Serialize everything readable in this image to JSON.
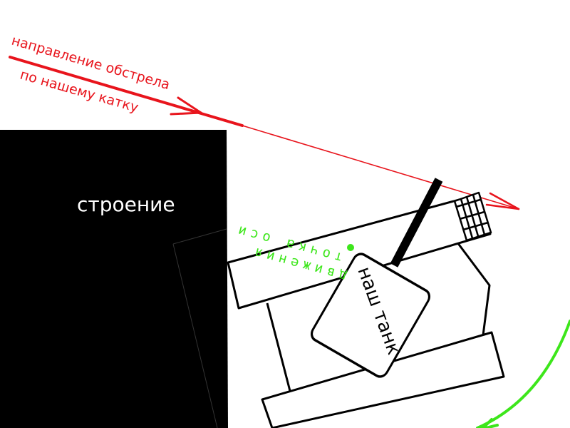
{
  "labels": {
    "fire_direction_line1": "направление обстрела",
    "fire_direction_line2": "по нашему катку",
    "building": "строение",
    "our_tank": "наш танк",
    "axis_point_line1": "точка оси",
    "axis_point_line2": "движения"
  },
  "colors": {
    "fire_arrow": "#e8141c",
    "movement_arrow": "#3de61b",
    "building": "#000000"
  }
}
